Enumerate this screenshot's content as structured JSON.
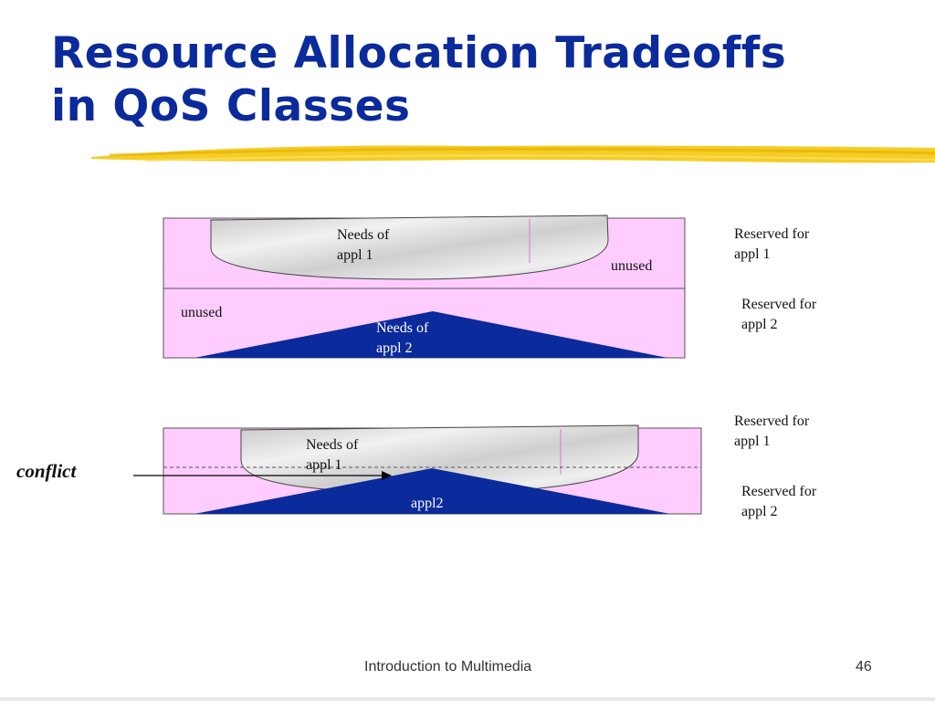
{
  "title": {
    "line1": "Resource Allocation Tradeoffs",
    "line2": "in QoS Classes"
  },
  "diagram_top": {
    "needs_appl1": [
      "Needs of",
      "appl 1"
    ],
    "unused_top": "unused",
    "unused_bottom": "unused",
    "needs_appl2": [
      "Needs of",
      "appl 2"
    ],
    "reserved_appl1": [
      "Reserved for",
      "appl 1"
    ],
    "reserved_appl2": [
      "Reserved for",
      "appl 2"
    ]
  },
  "diagram_bottom": {
    "needs_appl1": [
      "Needs of",
      "appl 1"
    ],
    "appl2": "appl2",
    "conflict": "conflict",
    "reserved_appl1": [
      "Reserved for",
      "appl 1"
    ],
    "reserved_appl2": [
      "Reserved for",
      "appl 2"
    ]
  },
  "colors": {
    "title": "#0b2a9c",
    "region_fill": "#ffccff",
    "needs_appl2_fill": "#0b2a9c",
    "highlight": "#f2c400"
  },
  "footer": {
    "text": "Introduction to Multimedia",
    "page_number": "46"
  }
}
